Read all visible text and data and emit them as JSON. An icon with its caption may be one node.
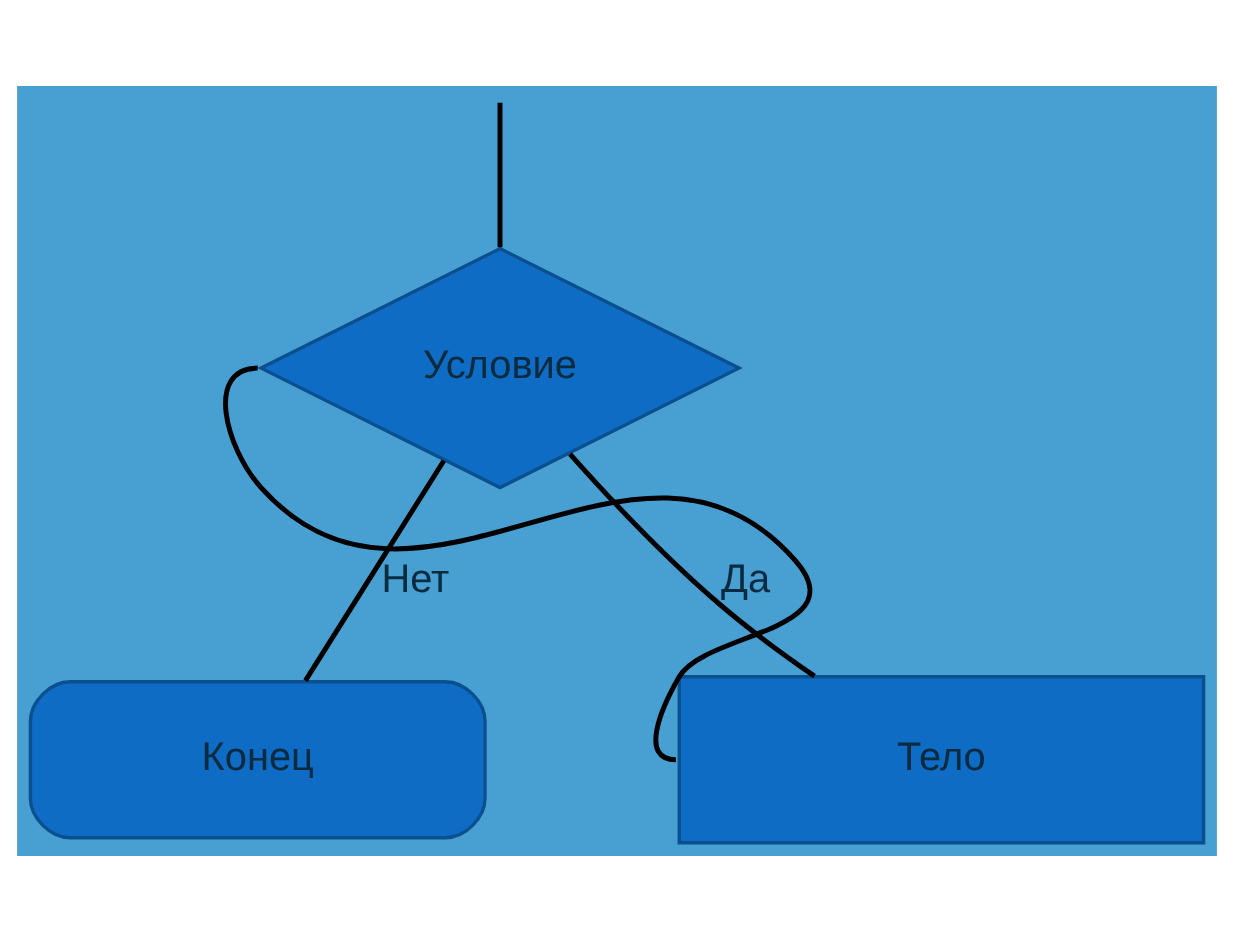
{
  "diagram": {
    "nodes": [
      {
        "text": [
          "Условие"
        ]
      },
      {
        "text": [
          "Конец"
        ]
      },
      {
        "text": [
          "Тело"
        ]
      }
    ],
    "edges": [
      {
        "from": null,
        "to": 0,
        "arrow": "none"
      },
      {
        "from": 0,
        "to": 1,
        "arrow": "none",
        "label": "Нет"
      },
      {
        "from": 0,
        "to": 2,
        "arrow": "none",
        "label": "Да"
      },
      {
        "from": 2,
        "to": 0,
        "arrow": "none"
      }
    ]
  }
}
